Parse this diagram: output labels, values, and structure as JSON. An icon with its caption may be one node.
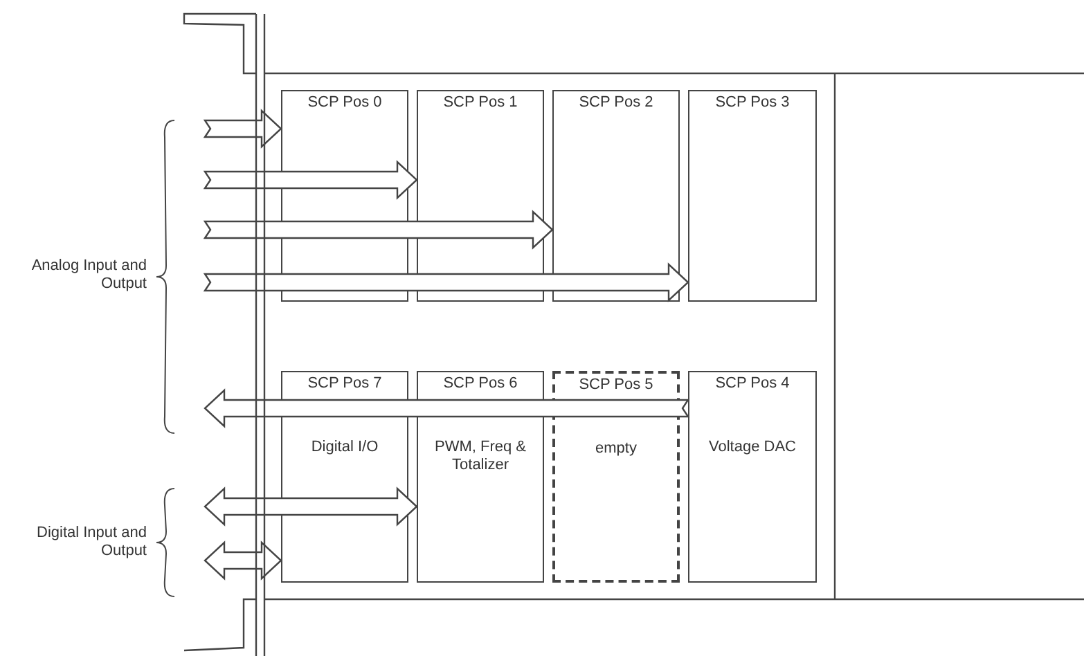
{
  "diagram": {
    "nodes": [
      {
        "text": [
          "SCP Pos 0"
        ]
      },
      {
        "text": [
          "SCP Pos 1"
        ]
      },
      {
        "text": [
          "SCP Pos 2"
        ]
      },
      {
        "text": [
          "SCP Pos 3"
        ]
      },
      {
        "text": [
          "SCP Pos 7",
          "Digital I/O"
        ]
      },
      {
        "text": [
          "SCP Pos 6",
          "PWM, Freq & Totalizer"
        ]
      },
      {
        "text": [
          "SCP Pos 5",
          "empty"
        ]
      },
      {
        "text": [
          "SCP Pos 4",
          "Voltage DAC"
        ]
      }
    ],
    "edges": [
      {
        "from": null,
        "to": 0,
        "arrow": "to"
      },
      {
        "from": null,
        "to": 1,
        "arrow": "to"
      },
      {
        "from": null,
        "to": 2,
        "arrow": "to"
      },
      {
        "from": null,
        "to": 3,
        "arrow": "to"
      },
      {
        "from": 7,
        "to": null,
        "arrow": "to"
      },
      {
        "from": null,
        "to": 5,
        "arrow": "both"
      },
      {
        "from": null,
        "to": 4,
        "arrow": "both"
      }
    ],
    "labels": [
      "Analog Input and Output",
      "Digital Input and Output"
    ]
  }
}
